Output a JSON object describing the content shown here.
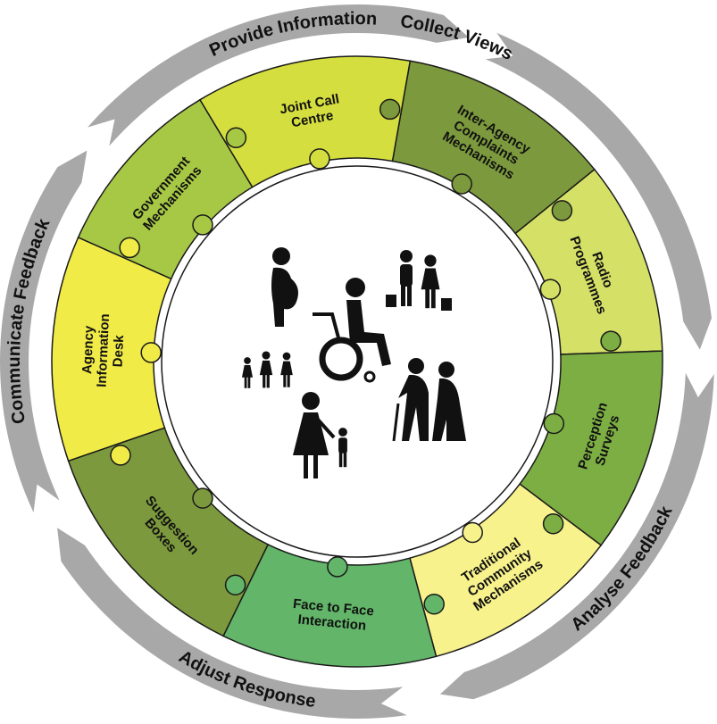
{
  "outer_ring": {
    "color": "#a8a8a9",
    "stages": [
      {
        "id": "provide-information",
        "label": "Provide Information"
      },
      {
        "id": "collect-views",
        "label": "Collect Views"
      },
      {
        "id": "analyse-feedback",
        "label": "Analyse Feedback"
      },
      {
        "id": "adjust-response",
        "label": "Adjust Response"
      },
      {
        "id": "communicate-feedback",
        "label": "Communicate Feedback"
      }
    ]
  },
  "mechanisms": [
    {
      "id": "joint-call-centre",
      "lines": [
        "Joint Call",
        "Centre"
      ],
      "color": "#d5de3f"
    },
    {
      "id": "inter-agency-complaints-mechanisms",
      "lines": [
        "Inter-Agency",
        "Complaints",
        "Mechanisms"
      ],
      "color": "#7c9a3d"
    },
    {
      "id": "radio-programmes",
      "lines": [
        "Radio",
        "Programmes"
      ],
      "color": "#d4e066"
    },
    {
      "id": "perception-surveys",
      "lines": [
        "Perception",
        "Surveys"
      ],
      "color": "#7cae43"
    },
    {
      "id": "traditional-community-mechanisms",
      "lines": [
        "Traditional",
        "Community",
        "Mechanisms"
      ],
      "color": "#f7f28c"
    },
    {
      "id": "face-to-face-interaction",
      "lines": [
        "Face to Face",
        "Interaction"
      ],
      "color": "#62b569"
    },
    {
      "id": "suggestion-boxes",
      "lines": [
        "Suggestion",
        "Boxes"
      ],
      "color": "#7c9a3d"
    },
    {
      "id": "agency-information-desk",
      "lines": [
        "Agency",
        "Information",
        "Desk"
      ],
      "color": "#f1eb48"
    },
    {
      "id": "government-mechanisms",
      "lines": [
        "Government",
        "Mechanisms"
      ],
      "color": "#a7c845"
    }
  ],
  "center": {
    "figures": [
      {
        "id": "pregnant-woman-icon"
      },
      {
        "id": "wheelchair-user-icon"
      },
      {
        "id": "couple-with-bags-icon"
      },
      {
        "id": "children-group-icon"
      },
      {
        "id": "elderly-couple-icon"
      },
      {
        "id": "woman-with-child-icon"
      }
    ]
  }
}
